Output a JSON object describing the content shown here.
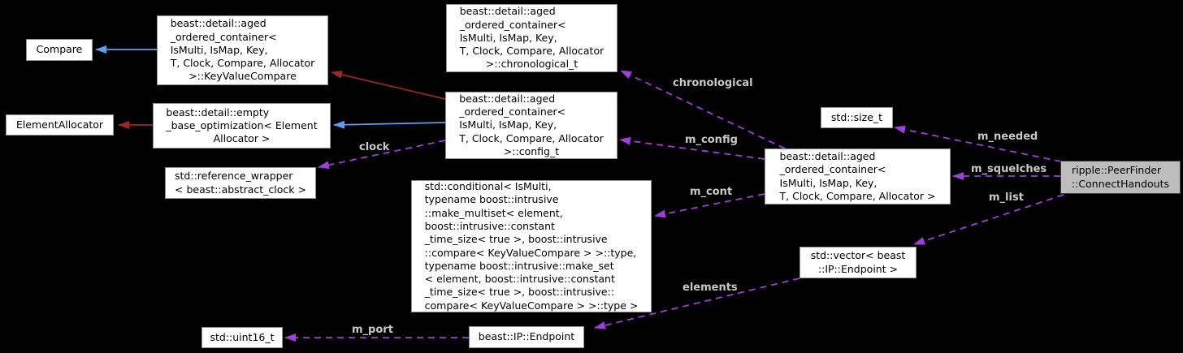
{
  "nodes": {
    "compare": {
      "label": [
        "Compare"
      ]
    },
    "key_value_compare": {
      "label": [
        "beast::detail::aged",
        "_ordered_container<",
        "IsMulti, IsMap, Key,",
        "T, Clock, Compare, Allocator",
        ">::KeyValueCompare"
      ]
    },
    "chronological_t": {
      "label": [
        "beast::detail::aged",
        "_ordered_container<",
        "IsMulti, IsMap, Key,",
        "T, Clock, Compare, Allocator",
        ">::chronological_t"
      ]
    },
    "element_allocator": {
      "label": [
        "ElementAllocator"
      ]
    },
    "empty_base_optimization": {
      "label": [
        "beast::detail::empty",
        "_base_optimization< Element",
        "Allocator >"
      ]
    },
    "config_t": {
      "label": [
        "beast::detail::aged",
        "_ordered_container<",
        "IsMulti, IsMap, Key,",
        "T, Clock, Compare, Allocator",
        ">::config_t"
      ]
    },
    "size_t": {
      "label": [
        "std::size_t"
      ]
    },
    "aged_ordered_container": {
      "label": [
        "beast::detail::aged",
        "_ordered_container<",
        "IsMulti, IsMap, Key,",
        "T, Clock, Compare, Allocator >"
      ]
    },
    "connect_handouts": {
      "label": [
        "ripple::PeerFinder",
        "::ConnectHandouts"
      ]
    },
    "reference_wrapper": {
      "label": [
        "std::reference_wrapper",
        "< beast::abstract_clock >"
      ]
    },
    "conditional": {
      "label": [
        "std::conditional< IsMulti,",
        "typename boost::intrusive",
        "::make_multiset< element,",
        "boost::intrusive::constant",
        "_time_size< true >, boost::intrusive",
        "::compare< KeyValueCompare > >::type,",
        "typename boost::intrusive::make_set",
        "< element, boost::intrusive::constant",
        "_time_size< true >, boost::intrusive::",
        "compare< KeyValueCompare > >::type >"
      ]
    },
    "vector_endpoint": {
      "label": [
        "std::vector< beast",
        "::IP::Endpoint >"
      ]
    },
    "uint16_t": {
      "label": [
        "std::uint16_t"
      ]
    },
    "ip_endpoint": {
      "label": [
        "beast::IP::Endpoint"
      ]
    }
  },
  "edge_labels": {
    "chronological": "chronological",
    "m_config": "m_config",
    "m_cont": "m_cont",
    "clock": "clock",
    "m_needed": "m_needed",
    "m_squelches": "m_squelches",
    "m_list": "m_list",
    "elements": "elements",
    "m_port": "m_port"
  },
  "colors": {
    "background": "#000000",
    "node_fill": "#ffffff",
    "node_border": "#919191",
    "focus_fill": "#bdbdbd",
    "focus_border": "#424242",
    "inheritance_arrow": "#57a1f0",
    "private_inheritance_arrow": "#9c2823",
    "usage_arrow": "#a03ddb",
    "edge_label_text": "#c8c8c8",
    "node_text": "#000000"
  }
}
